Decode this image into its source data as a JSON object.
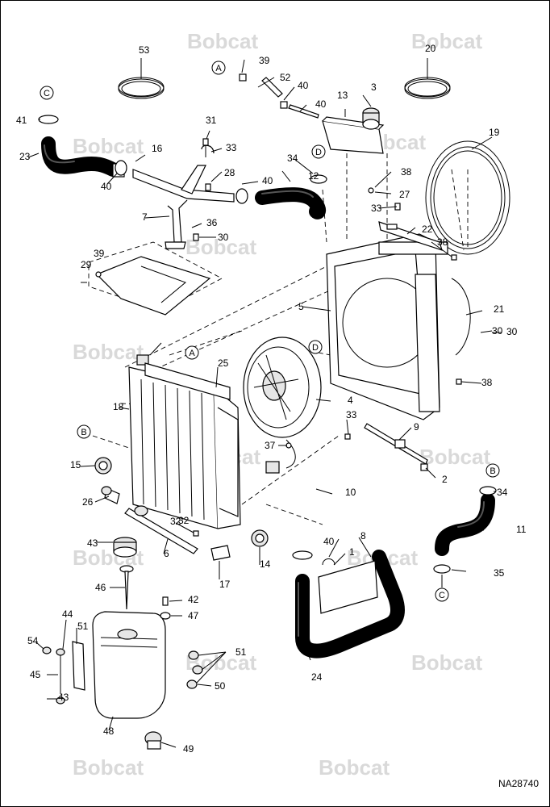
{
  "watermark": {
    "brand": "Bobcat"
  },
  "drawing_number": "NA28740",
  "ref_letters": [
    "A",
    "B",
    "C",
    "D"
  ],
  "callouts": [
    "1",
    "2",
    "3",
    "4",
    "5",
    "6",
    "7",
    "8",
    "9",
    "10",
    "11",
    "12",
    "13",
    "14",
    "15",
    "16",
    "17",
    "18",
    "19",
    "20",
    "21",
    "22",
    "23",
    "24",
    "25",
    "26",
    "27",
    "28",
    "29",
    "30",
    "31",
    "32",
    "33",
    "34",
    "35",
    "36",
    "37",
    "38",
    "39",
    "40",
    "41",
    "42",
    "43",
    "44",
    "45",
    "46",
    "47",
    "48",
    "49",
    "50",
    "51",
    "52",
    "53",
    "54"
  ]
}
